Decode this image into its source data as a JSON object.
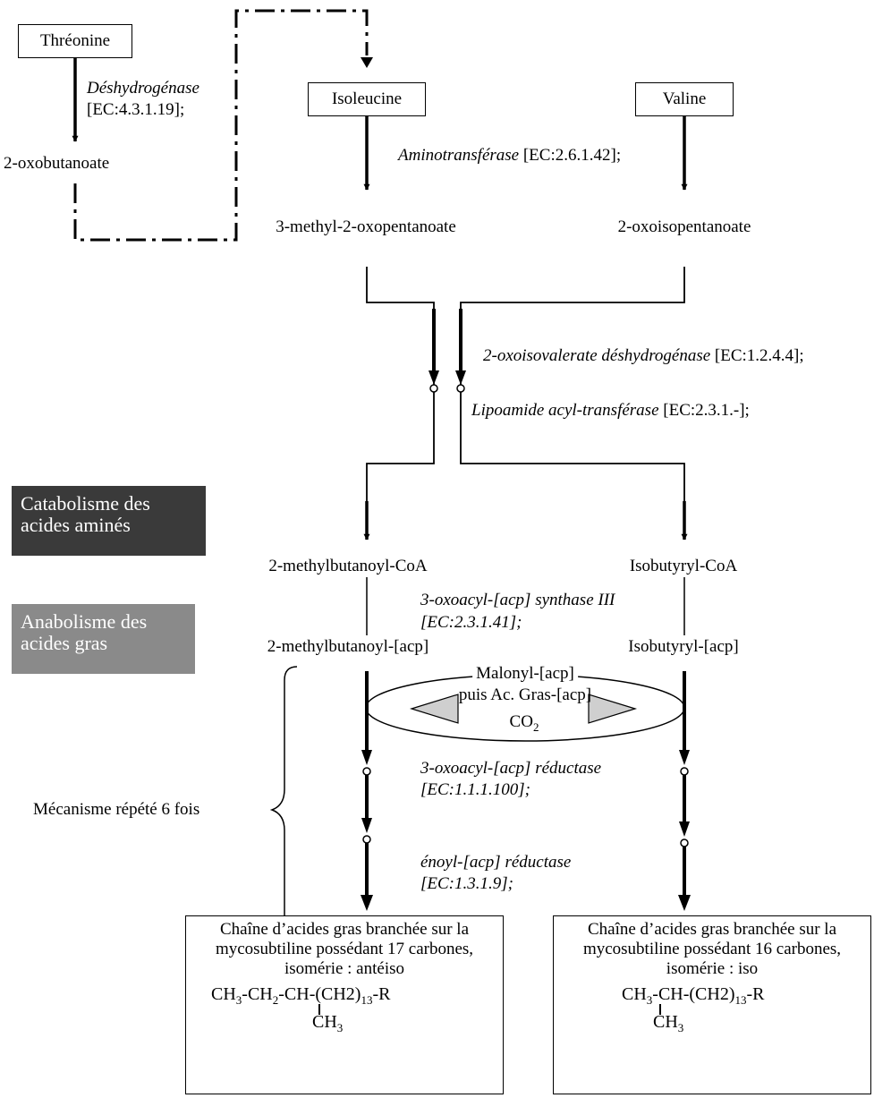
{
  "inputs": {
    "threonine": "Thréonine",
    "isoleucine": "Isoleucine",
    "valine": "Valine"
  },
  "step1": {
    "enzyme_name": "Déshydrogénase",
    "ec": "[EC:4.3.1.19];",
    "product": "2-oxobutanoate"
  },
  "step2": {
    "enzyme_name": "Aminotransférase",
    "ec": "[EC:2.6.1.42];",
    "product_left": "3-methyl-2-oxopentanoate",
    "product_right": "2-oxoisopentanoate"
  },
  "step3": {
    "enzyme_a_name": "2-oxoisovalerate déshydrogénase",
    "enzyme_a_ec": "[EC:1.2.4.4];",
    "enzyme_b_name": "Lipoamide acyl-transférase",
    "enzyme_b_ec": "[EC:2.3.1.-];"
  },
  "categories": {
    "catabolism_line1": "Catabolisme des",
    "catabolism_line2": "acides aminés",
    "anabolism_line1": "Anabolisme des",
    "anabolism_line2": "acides gras"
  },
  "coa": {
    "left": "2-methylbutanoyl-CoA",
    "right": "Isobutyryl-CoA"
  },
  "synthase": {
    "line1": "3-oxoacyl-[acp] synthase III",
    "line2": "[EC:2.3.1.41];"
  },
  "acp": {
    "left": "2-methylbutanoyl-[acp]",
    "right": "Isobutyryl-[acp]"
  },
  "cycle": {
    "malonyl": "Malonyl-[acp]",
    "puis": "puis Ac. Gras-[acp]",
    "co2_base": "CO",
    "co2_sub": "2",
    "repeat": "Mécanisme répété 6 fois"
  },
  "reductase": {
    "line1": "3-oxoacyl-[acp] réductase",
    "line2": "[EC:1.1.1.100];"
  },
  "enoyl": {
    "line1": "énoyl-[acp] réductase",
    "line2": "[EC:1.3.1.9];"
  },
  "final_left": {
    "line1": "Chaîne d’acides gras branchée sur la",
    "line2": "mycosubtiline possédant 17 carbones,",
    "line3": "isomérie : antéiso",
    "f_a": "CH",
    "f_a_sub": "3",
    "f_b": "-CH",
    "f_b_sub": "2",
    "f_c": "-CH-(CH2)",
    "f_c_sub": "13",
    "f_d": "-R",
    "branch": "CH",
    "branch_sub": "3"
  },
  "final_right": {
    "line1": "Chaîne d’acides gras branchée sur la",
    "line2": "mycosubtiline possédant 16 carbones,",
    "line3": "isomérie : iso",
    "f_a": "CH",
    "f_a_sub": "3",
    "f_c": "-CH-(CH2)",
    "f_c_sub": "13",
    "f_d": "-R",
    "branch": "CH",
    "branch_sub": "3"
  },
  "colors": {
    "catabolism_bg": "#3a3a3a",
    "anabolism_bg": "#8a8a8a",
    "triangle": "#cfcfcf"
  }
}
